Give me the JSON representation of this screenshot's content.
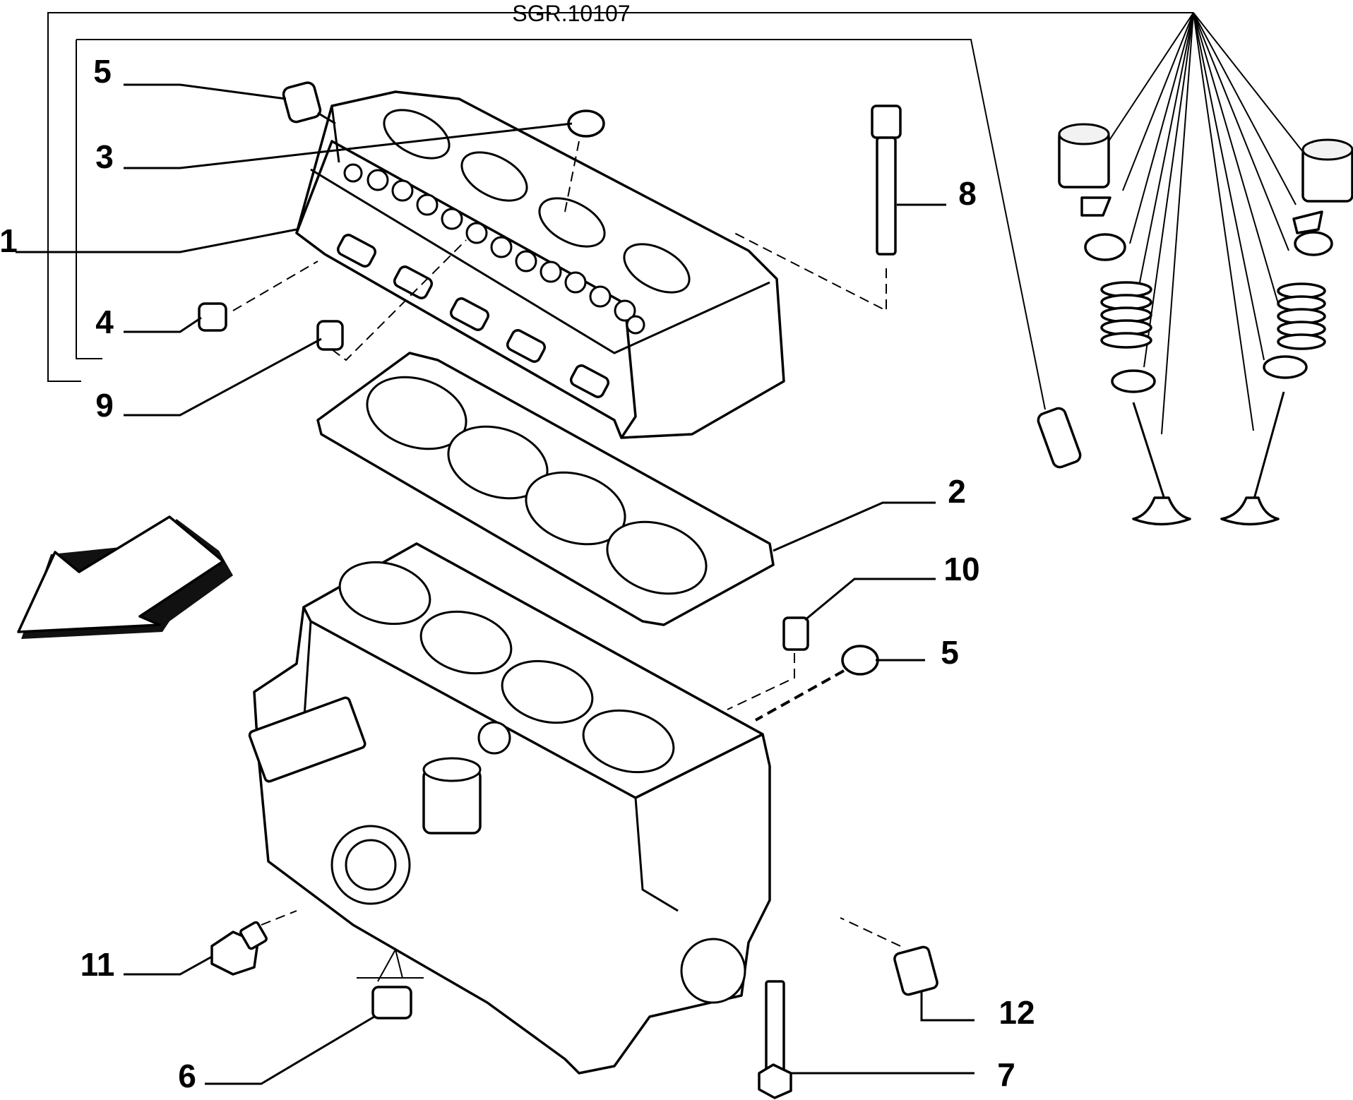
{
  "group_code": "SGR.10107",
  "callouts": {
    "c1": "1",
    "c2": "2",
    "c3": "3",
    "c4": "4",
    "c5a": "5",
    "c5b": "5",
    "c6": "6",
    "c7": "7",
    "c8": "8",
    "c9": "9",
    "c10": "10",
    "c11": "11",
    "c12": "12"
  }
}
